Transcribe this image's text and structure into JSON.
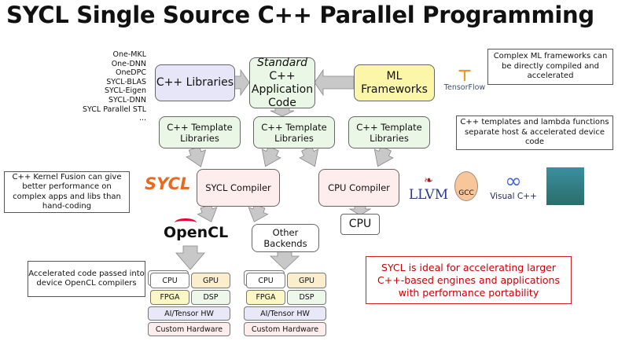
{
  "title": "SYCL Single Source C++ Parallel Programming",
  "library_list": [
    "One-MKL",
    "One-DNN",
    "OneDPC",
    "SYCL-BLAS",
    "SYCL-Eigen",
    "SYCL-DNN",
    "SYCL Parallel STL",
    "..."
  ],
  "boxes": {
    "cpp_libraries": "C++ Libraries",
    "standard_italic": "Standard",
    "standard_rest": "C++ Application Code",
    "ml_frameworks": "ML Frameworks",
    "template_libraries": "C++ Template Libraries",
    "sycl_compiler": "SYCL Compiler",
    "cpu_compiler": "CPU Compiler",
    "cpu": "CPU",
    "other_backends": "Other Backends"
  },
  "callouts": {
    "ml": "Complex ML frameworks can be directly compiled and accelerated",
    "templates": "C++ templates and lambda functions separate host & accelerated device code",
    "fusion": "C++ Kernel Fusion can give better performance on complex apps and libs than hand-coding",
    "accelerated": "Accelerated code passed into device OpenCL compilers"
  },
  "hardware": {
    "cpu": "CPU",
    "gpu": "GPU",
    "fpga": "FPGA",
    "dsp": "DSP",
    "ai": "AI/Tensor HW",
    "custom": "Custom Hardware"
  },
  "highlight": "SYCL is ideal for accelerating larger C++-based engines and applications with performance portability",
  "logos": {
    "tensorflow": "TensorFlow",
    "sycl": "SYCL",
    "opencl": "OpenCL",
    "llvm": "LLVM",
    "gcc": "GCC",
    "visual_cpp": "Visual C++"
  },
  "colors": {
    "highlight_red": "#c00000",
    "arrow_gray": "#c8c8c8",
    "tensorflow_orange": "#f7931e"
  }
}
